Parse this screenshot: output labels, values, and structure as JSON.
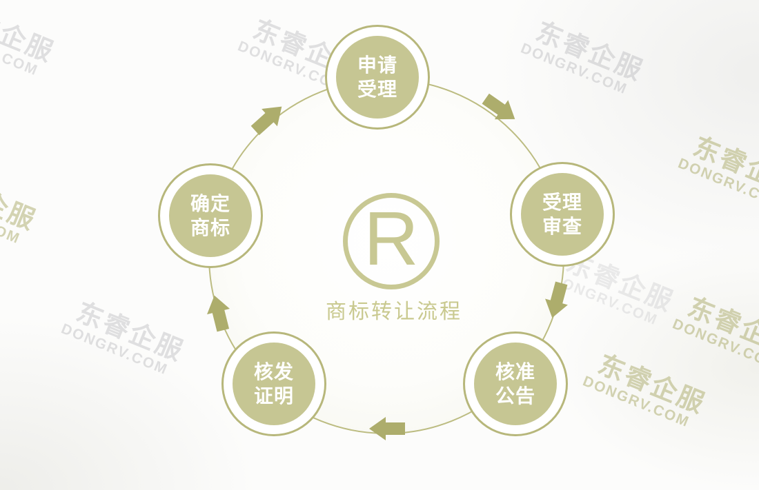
{
  "title": "商标转让流程",
  "center": {
    "symbol": "R",
    "caption": "商标转让流程"
  },
  "nodes": [
    {
      "id": "application-acceptance",
      "line1": "申请",
      "line2": "受理"
    },
    {
      "id": "acceptance-review",
      "line1": "受理",
      "line2": "审查"
    },
    {
      "id": "approval-announcement",
      "line1": "核准",
      "line2": "公告"
    },
    {
      "id": "issue-certificate",
      "line1": "核发",
      "line2": "证明"
    },
    {
      "id": "determine-trademark",
      "line1": "确定",
      "line2": "商标"
    }
  ],
  "flow": {
    "direction": "clockwise",
    "sequence": [
      "申请受理",
      "受理审查",
      "核准公告",
      "核发证明",
      "确定商标"
    ]
  },
  "watermark": {
    "cn": "东睿企服",
    "en": "DONGRV.COM"
  },
  "colors": {
    "disc": "#c6c693",
    "node_ring": "#b7b77b",
    "big_ring": "#bcbc81",
    "arrow": "#adad6c",
    "center_mark": "#c8c893",
    "caption": "#c9c98f",
    "watermark_olive": "#b2b277",
    "watermark_gray": "#b4b4b8"
  }
}
